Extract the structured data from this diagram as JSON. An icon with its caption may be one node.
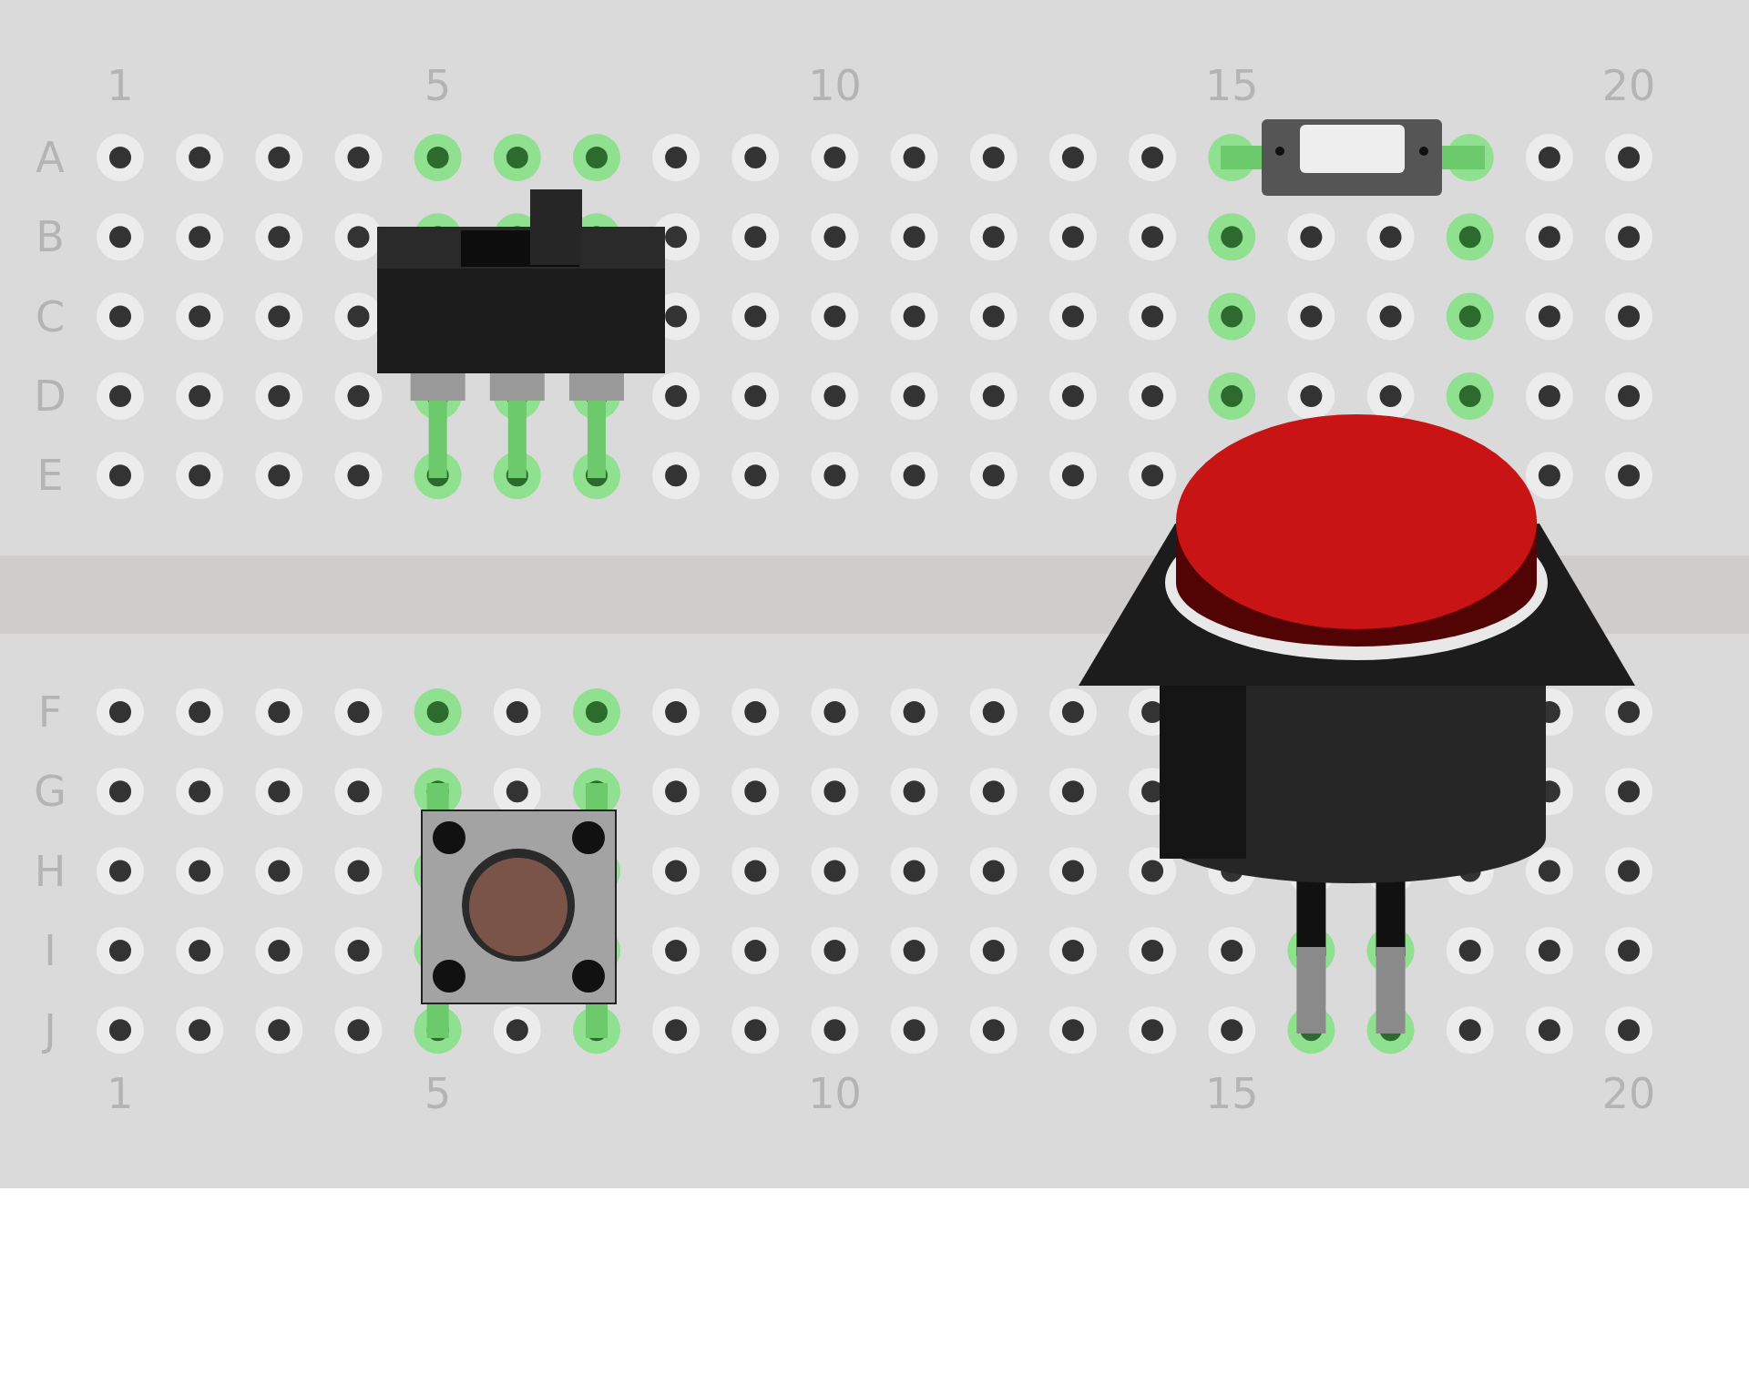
{
  "diagram": {
    "labels": [
      "1",
      "5",
      "10",
      "15",
      "20",
      "A",
      "B",
      "C",
      "D",
      "E",
      "F",
      "G",
      "H",
      "I",
      "J",
      "1",
      "5",
      "10",
      "15",
      "20"
    ]
  }
}
